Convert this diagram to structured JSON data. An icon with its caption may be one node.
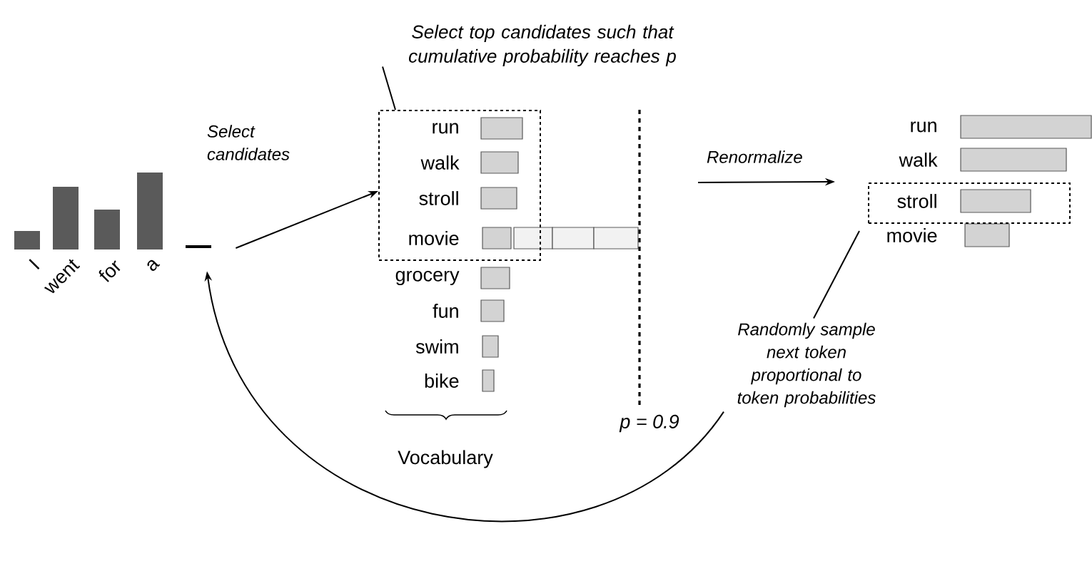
{
  "diagram": {
    "nodes": [
      {
        "text": [],
        "shape": "line"
      },
      {
        "text": [
          "run",
          "walk",
          "stroll",
          "movie"
        ]
      },
      {
        "text": [
          "Select top candidates such that cumulative probability reaches p"
        ]
      },
      {
        "text": [
          "stroll"
        ]
      },
      {
        "text": [
          "Randomly sample next token proportional to token probabilities"
        ]
      }
    ],
    "edges": [
      {
        "from": 0,
        "to": 1,
        "arrow": "to",
        "label": "Select candidates"
      },
      {
        "from": 2,
        "to": 1,
        "arrow": "none"
      },
      {
        "from": 1,
        "to": 3,
        "arrow": "to",
        "label": "Renormalize"
      },
      {
        "from": 4,
        "to": 3,
        "arrow": "none"
      },
      {
        "from": 4,
        "to": 0,
        "arrow": "to"
      }
    ],
    "labels": [
      "I",
      "went",
      "for",
      "a",
      "grocery",
      "fun",
      "swim",
      "bike",
      "Vocabulary",
      "p = 0.9",
      "run",
      "walk",
      "movie"
    ]
  }
}
